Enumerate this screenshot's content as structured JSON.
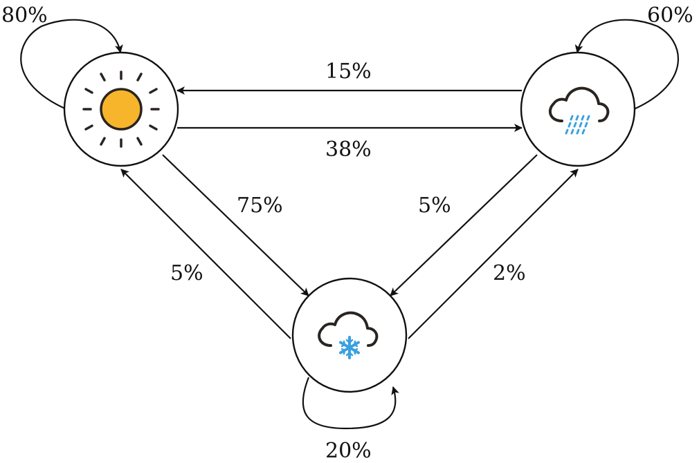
{
  "states": [
    {
      "id": "sunny",
      "icon": "sun-icon"
    },
    {
      "id": "rainy",
      "icon": "rain-cloud-icon"
    },
    {
      "id": "snowy",
      "icon": "snow-cloud-icon"
    }
  ],
  "transitions": {
    "sunny_self": "80%",
    "rainy_self": "60%",
    "snowy_self": "20%",
    "rainy_to_sunny": "15%",
    "sunny_to_rainy": "38%",
    "sunny_to_snowy": "75%",
    "rainy_to_snowy": "5%",
    "snowy_to_sunny": "5%",
    "snowy_to_rainy": "2%"
  },
  "colors": {
    "line": "#111111",
    "sun": "#F7B52C",
    "sun_rays": "#2a2420",
    "cloud": "#2a2420",
    "precip": "#3aa0e0"
  }
}
